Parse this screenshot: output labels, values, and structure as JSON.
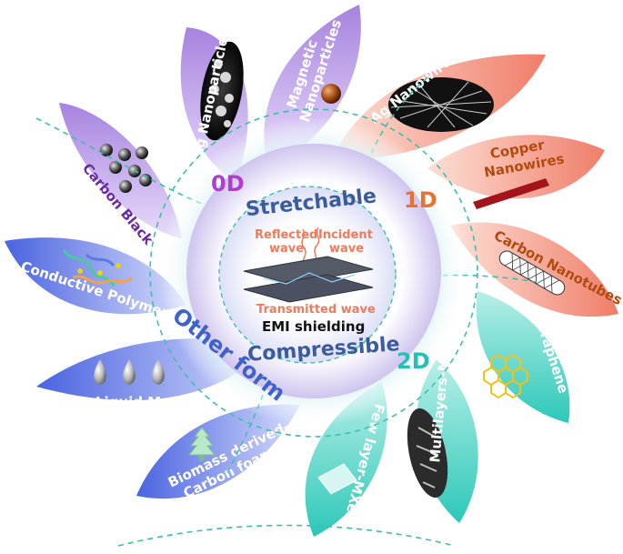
{
  "categories": {
    "zero_d": "0D",
    "one_d": "1D",
    "two_d": "2D",
    "other": "Other form"
  },
  "ring_words": {
    "top": "Stretchable",
    "bottom": "Compressible"
  },
  "center": {
    "reflected_wave": [
      "Reflected",
      "wave"
    ],
    "incident_wave": [
      "Incident",
      "wave"
    ],
    "transmitted_wave": "Transmitted wave",
    "title": "EMI shielding"
  },
  "petals": {
    "carbon_black": "Carbon Black",
    "ag_nanoparticles": "Ag Nanoparticles",
    "magnetic_nanoparticles": [
      "Magnetic",
      "Nanoparticles"
    ],
    "ag_nanowires": "Ag Nanowires",
    "copper_nanowires": [
      "Copper",
      "Nanowires"
    ],
    "carbon_nanotubes": "Carbon Nanotubes",
    "graphene": "Graphene",
    "multilayers_mxene": "Multilayers-MXene",
    "few_layer_mxene": "Few layer-MXene",
    "biomass_carbon_foam": [
      "Biomass derived-",
      "Carbon foam"
    ],
    "liquid_metal": "Liquid Metal",
    "conductive_polymer": "Conductive Polymer"
  },
  "colors": {
    "zero_d": "#b48fe0",
    "one_d": "#f5b3a3",
    "two_d": "#4fd2c4",
    "other": "#6c84e6",
    "ring": "#c9c3ee",
    "dash": "#3cbfae"
  }
}
